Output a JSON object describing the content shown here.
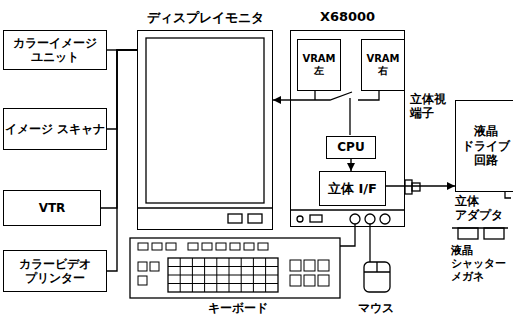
{
  "diagram": {
    "nodes": [
      {
        "text": [
          "カラーイメージ ユニット"
        ]
      },
      {
        "text": [
          "イメージ スキャナ"
        ]
      },
      {
        "text": [
          "VTR"
        ]
      },
      {
        "text": [
          "カラービデオ プリンター"
        ]
      },
      {
        "text": [
          "ディスプレイモニタ"
        ]
      },
      {
        "text": [
          "X68000"
        ]
      },
      {
        "text": [
          "VRAM 左"
        ],
        "in": 5
      },
      {
        "text": [
          "VRAM 右"
        ],
        "in": 5
      },
      {
        "text": [
          "CPU"
        ],
        "in": 5
      },
      {
        "text": [
          "立体 I/F"
        ],
        "in": 5
      },
      {
        "text": [
          "液晶 ドライブ 回路"
        ]
      }
    ],
    "edges": [
      {
        "from": 0,
        "to": 4,
        "arrow": "none"
      },
      {
        "from": 1,
        "to": 4,
        "arrow": "none"
      },
      {
        "from": 2,
        "to": 4,
        "arrow": "none"
      },
      {
        "from": 3,
        "to": 4,
        "arrow": "none"
      },
      {
        "from": 5,
        "to": 4,
        "arrow": "to"
      },
      {
        "from": 8,
        "to": 9,
        "arrow": "to"
      },
      {
        "from": 9,
        "to": 10,
        "arrow": "to"
      }
    ],
    "labels": [
      "立体視 端子",
      "立体 アダプタ",
      "液晶 シャッター メガネ",
      "キーボード",
      "マウス"
    ]
  }
}
